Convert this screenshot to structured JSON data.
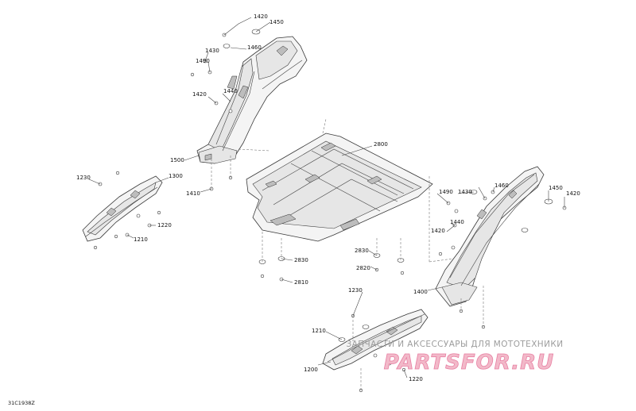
{
  "diagram": {
    "figure_id": "31C1938Z",
    "callouts": [
      {
        "id": "c1420a",
        "label": "1420"
      },
      {
        "id": "c1450a",
        "label": "1450"
      },
      {
        "id": "c1460a",
        "label": "1460"
      },
      {
        "id": "c1430a",
        "label": "1430"
      },
      {
        "id": "c1490a",
        "label": "1490"
      },
      {
        "id": "c1420b",
        "label": "1420"
      },
      {
        "id": "c1440a",
        "label": "1440"
      },
      {
        "id": "c1500",
        "label": "1500"
      },
      {
        "id": "c1410",
        "label": "1410"
      },
      {
        "id": "c1230a",
        "label": "1230"
      },
      {
        "id": "c1300",
        "label": "1300"
      },
      {
        "id": "c1220a",
        "label": "1220"
      },
      {
        "id": "c1210a",
        "label": "1210"
      },
      {
        "id": "c2800",
        "label": "2800"
      },
      {
        "id": "c2830a",
        "label": "2830"
      },
      {
        "id": "c2810",
        "label": "2810"
      },
      {
        "id": "c2830b",
        "label": "2830"
      },
      {
        "id": "c2820",
        "label": "2820"
      },
      {
        "id": "c1490b",
        "label": "1490"
      },
      {
        "id": "c1430b",
        "label": "1430"
      },
      {
        "id": "c1460b",
        "label": "1460"
      },
      {
        "id": "c1450b",
        "label": "1450"
      },
      {
        "id": "c1420c",
        "label": "1420"
      },
      {
        "id": "c1440b",
        "label": "1440"
      },
      {
        "id": "c1420d",
        "label": "1420"
      },
      {
        "id": "c1400",
        "label": "1400"
      },
      {
        "id": "c1230b",
        "label": "1230"
      },
      {
        "id": "c1210b",
        "label": "1210"
      },
      {
        "id": "c1200",
        "label": "1200"
      },
      {
        "id": "c1220b",
        "label": "1220"
      }
    ]
  },
  "watermark": {
    "caption": "ЗАПЧАСТИ И АКСЕССУАРЫ ДЛЯ МОТОТЕХНИКИ",
    "logo": "PARTSFOR.RU"
  }
}
